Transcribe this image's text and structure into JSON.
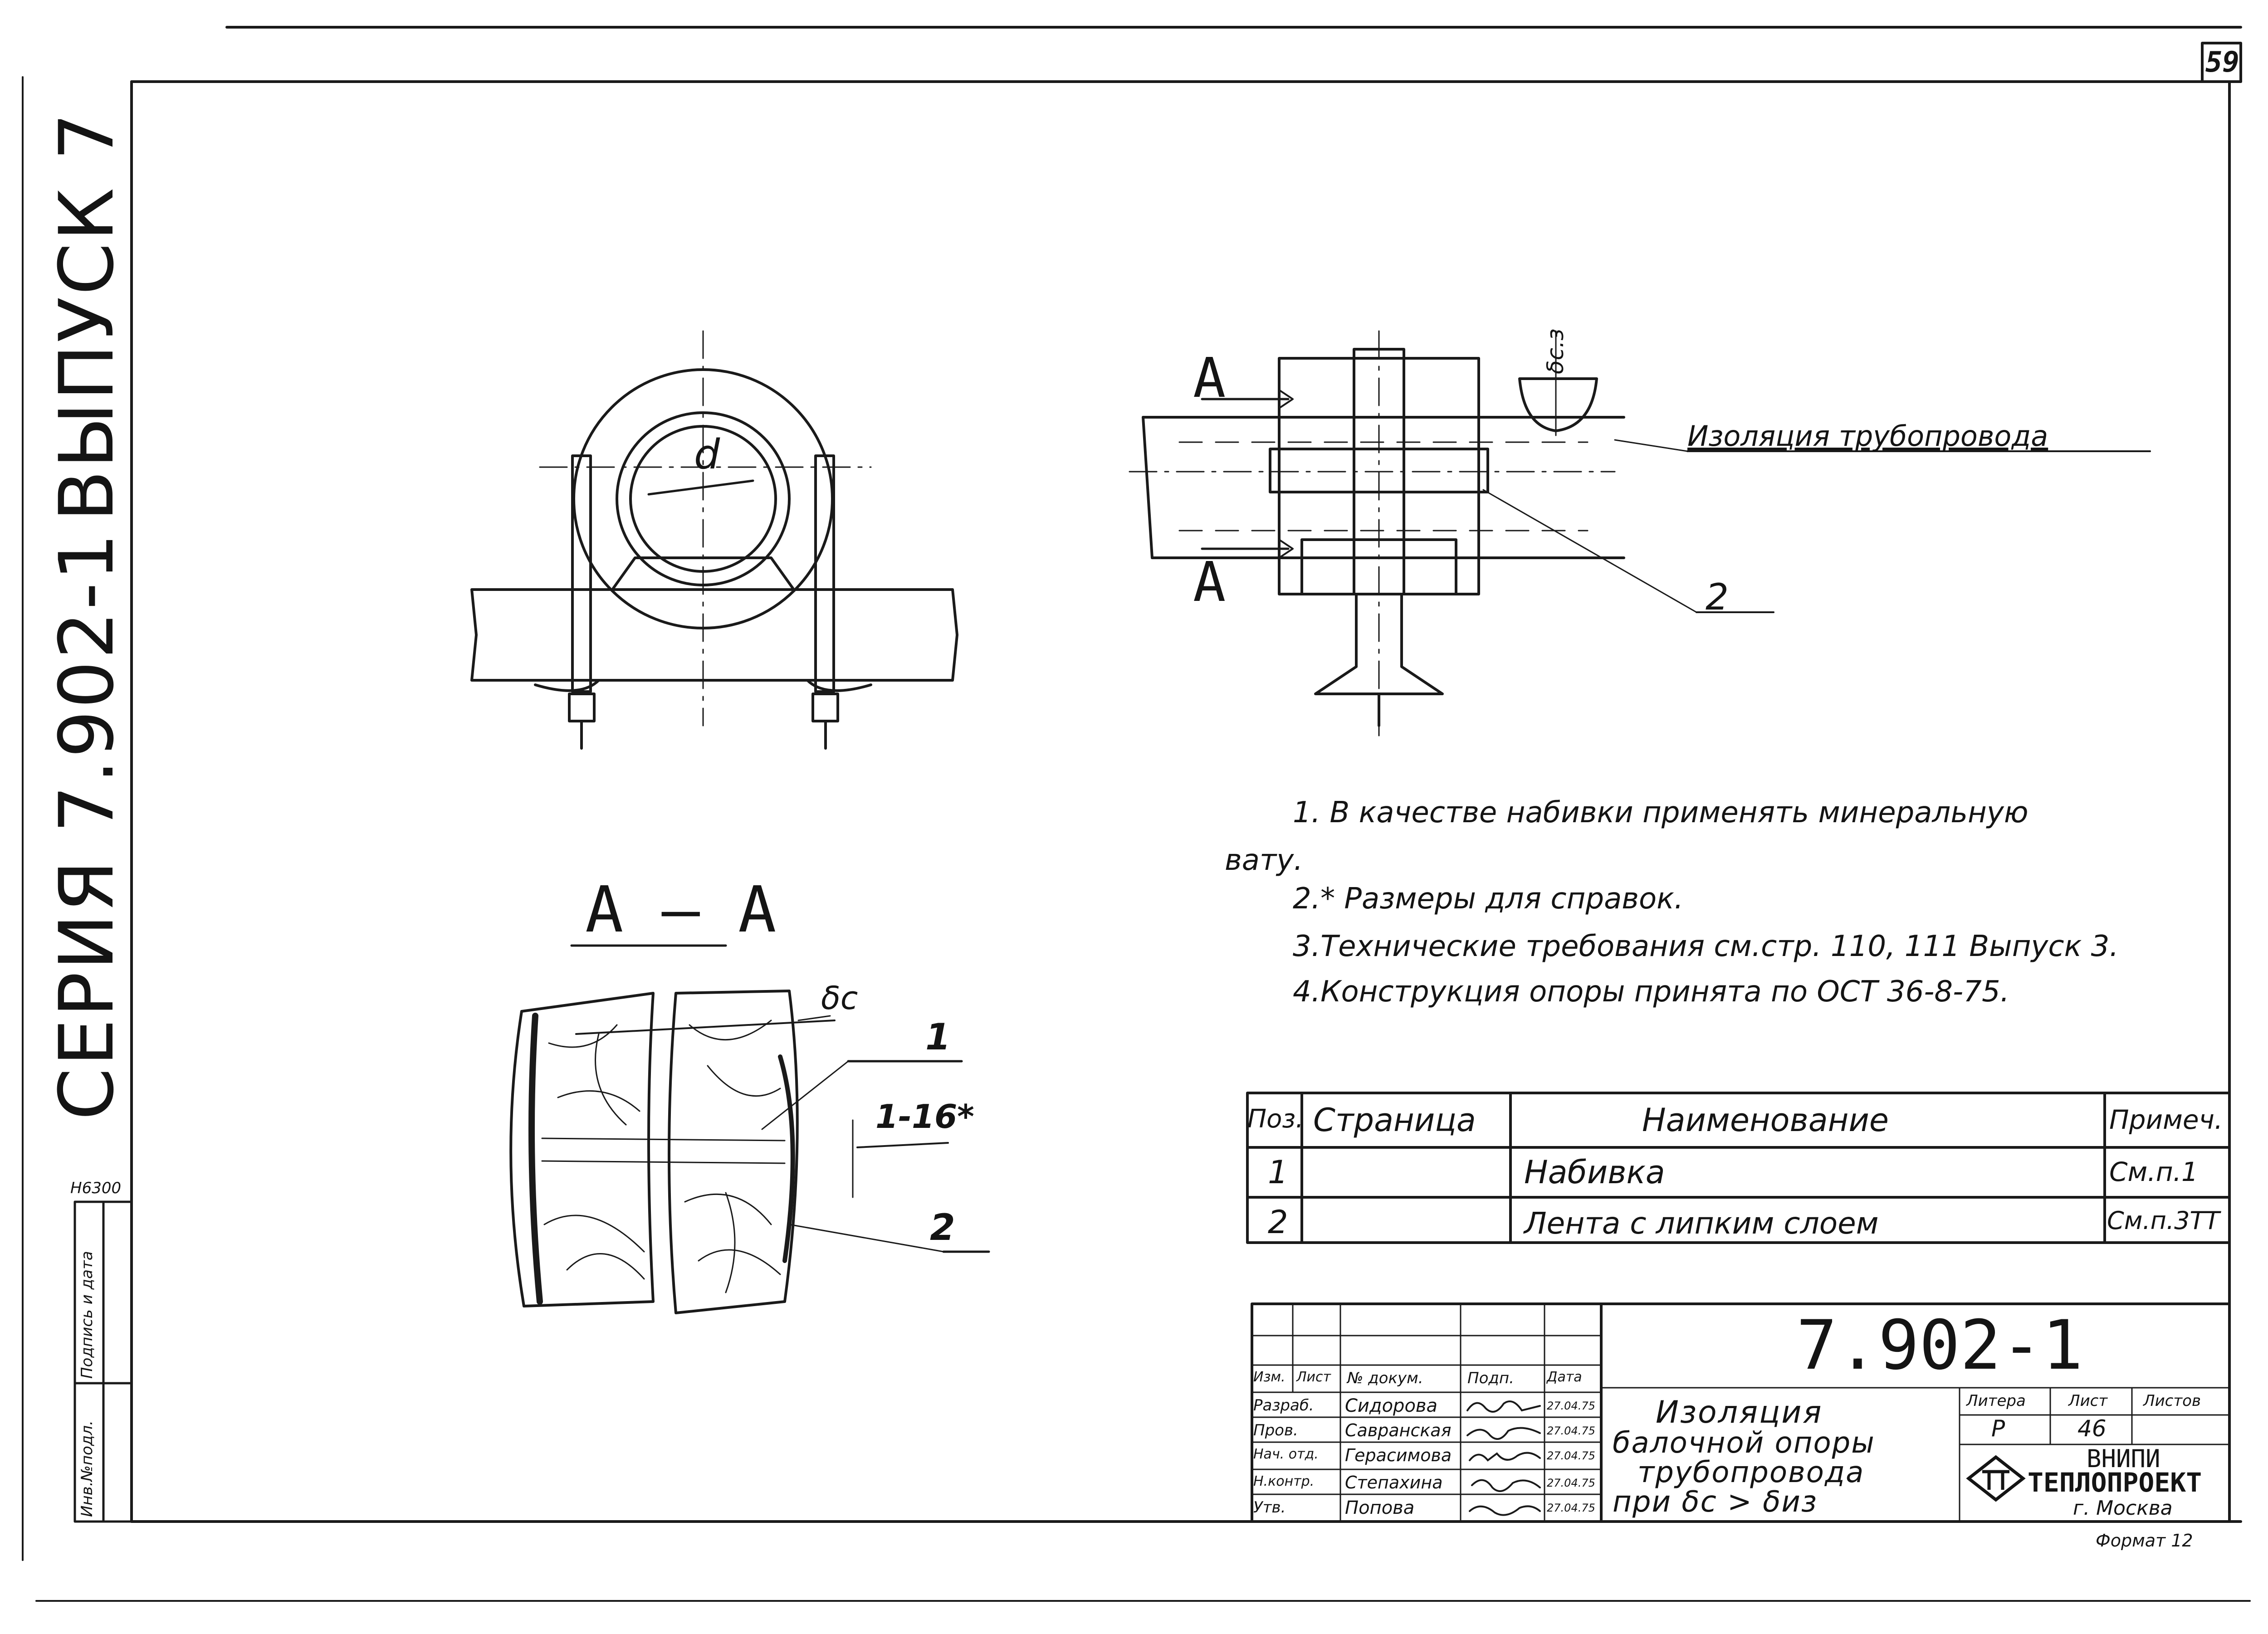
{
  "sheet_number": "59",
  "side_title": {
    "issue": "ВЫПУСК 7",
    "series": "СЕРИЯ 7.902-1"
  },
  "inventory": {
    "code": "Н6300",
    "col1": "Инв.№подл.",
    "col2": "Подпись и дата"
  },
  "views": {
    "pipe_label": "d",
    "section_mark": "А",
    "section_title": "А – А",
    "thickness_label": "δс",
    "thickness_label_top": "δс.з",
    "insulation_label": "Изоляция трубопровода",
    "callout_2": "2",
    "callout_1": "1",
    "callout_dim": "1-16*",
    "callout_2b": "2"
  },
  "notes": [
    "1. В качестве набивки применять минеральную",
    "вату.",
    "2.* Размеры для справок.",
    "3.Технические требования см.стр. 110, 111 Выпуск 3.",
    "4.Конструкция опоры принята по ОСТ 36-8-75."
  ],
  "spec_table": {
    "headers": [
      "Поз.",
      "Страница",
      "Наименование",
      "Примеч."
    ],
    "rows": [
      {
        "pos": "1",
        "page": "",
        "name": "Набивка",
        "note": "См.п.1"
      },
      {
        "pos": "2",
        "page": "",
        "name": "Лента с липким слоем",
        "note": "См.п.3ТТ"
      }
    ]
  },
  "title_block": {
    "doc_number": "7.902-1",
    "col_headers": [
      "Изм.",
      "Лист",
      "№ докум.",
      "Подп.",
      "Дата"
    ],
    "roles": [
      {
        "role": "Разраб.",
        "name": "Сидорова",
        "date": "27.04.75"
      },
      {
        "role": "Пров.",
        "name": "Савранская",
        "date": "27.04.75"
      },
      {
        "role": "Нач. отд.",
        "name": "Герасимова",
        "date": "27.04.75"
      },
      {
        "role": "Н.контр.",
        "name": "Степахина",
        "date": "27.04.75"
      },
      {
        "role": "Утв.",
        "name": "Попова",
        "date": "27.04.75"
      }
    ],
    "title_lines": [
      "Изоляция",
      "балочной опоры",
      "трубопровода",
      "при δс > δиз"
    ],
    "stage_headers": [
      "Литера",
      "Лист",
      "Листов"
    ],
    "stage": "Р",
    "sheet": "46",
    "sheets": "",
    "org_line1": "ВНИПИ",
    "org_line2": "ТЕПЛОПРОЕКТ",
    "org_line3": "г. Москва"
  },
  "format_label": "Формат 12"
}
